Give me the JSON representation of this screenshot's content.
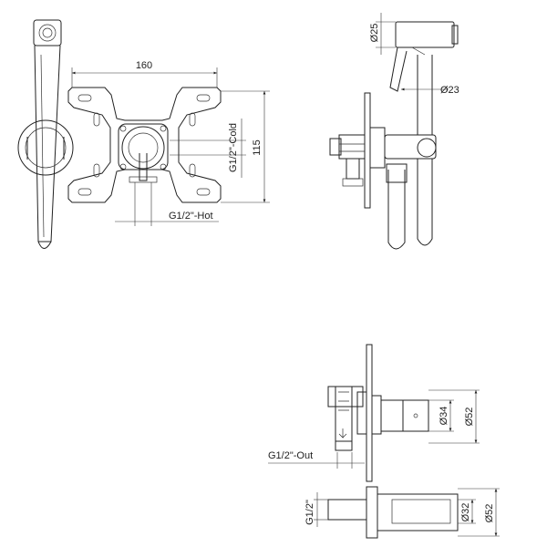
{
  "dimensions": {
    "width_160": "160",
    "height_115": "115",
    "cold_inlet": "G1/2\"-Cold",
    "hot_inlet": "G1/2\"-Hot",
    "handle_dia": "Ø25",
    "hose_dia": "Ø23",
    "outlet": "G1/2\"-Out",
    "body_dia_34": "Ø34",
    "plate_dia_52_a": "Ø52",
    "port_g12": "G1/2\"",
    "body_dia_32": "Ø32",
    "plate_dia_52_b": "Ø52"
  },
  "colors": {
    "line": "#222222",
    "background": "#ffffff"
  }
}
